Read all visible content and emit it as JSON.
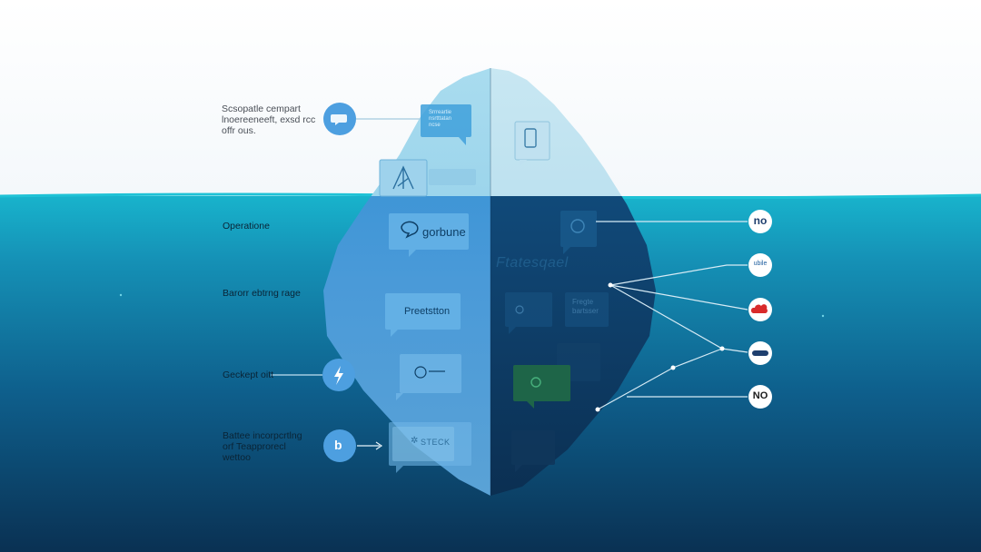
{
  "colors": {
    "sky": "#ffffff",
    "water_top": "#16a9c6",
    "water_mid": "#0f6c95",
    "water_deep": "#0a3557",
    "iceberg_light": "#5ba7dc",
    "iceberg_dark": "#0d3e66",
    "accent_blue": "#4d9fe0",
    "badge_red": "#d92b2b"
  },
  "left_labels": [
    {
      "lines": [
        "Scsopatle cempart",
        "lnoereeneeft, exsd rcc",
        "offr ous."
      ],
      "icon": "chat-bubble-icon"
    },
    {
      "lines": [
        "Operatione"
      ]
    },
    {
      "lines": [
        "Barorr ebtrng rage"
      ]
    },
    {
      "lines": [
        "Geckept oitt"
      ],
      "icon": "lightning-icon"
    },
    {
      "lines": [
        "Battee incorpcrtlng",
        "orf Teapprorecl",
        "wettoo"
      ],
      "icon": "b-letter-icon"
    }
  ],
  "left_cards": [
    {
      "lines": [
        "Srrreartie",
        "nsrtttatan",
        "ncse"
      ]
    },
    {
      "icon": "pyramid-icon",
      "text": ""
    },
    {
      "text": "gorbune",
      "icon": "chat-logo-icon"
    },
    {
      "text": "Preetstton"
    },
    {
      "icon": "circle-logo-icon",
      "text": ""
    },
    {
      "text": "STECK",
      "icon": "gear-icon"
    }
  ],
  "right_cards": [
    {
      "icon": "phone-icon"
    },
    {
      "icon": "ring-icon"
    },
    {
      "text": "Ftatesqael"
    },
    {
      "icon": "circle-mark-icon"
    },
    {
      "lines": [
        "Fregte",
        "bartsser"
      ]
    },
    {
      "text": ""
    },
    {
      "icon": "green-logo-icon"
    },
    {
      "text": ""
    }
  ],
  "right_badges": [
    {
      "text": "no"
    },
    {
      "text": "ubile"
    },
    {
      "text": ""
    },
    {
      "text": ""
    },
    {
      "text": "NO"
    }
  ]
}
